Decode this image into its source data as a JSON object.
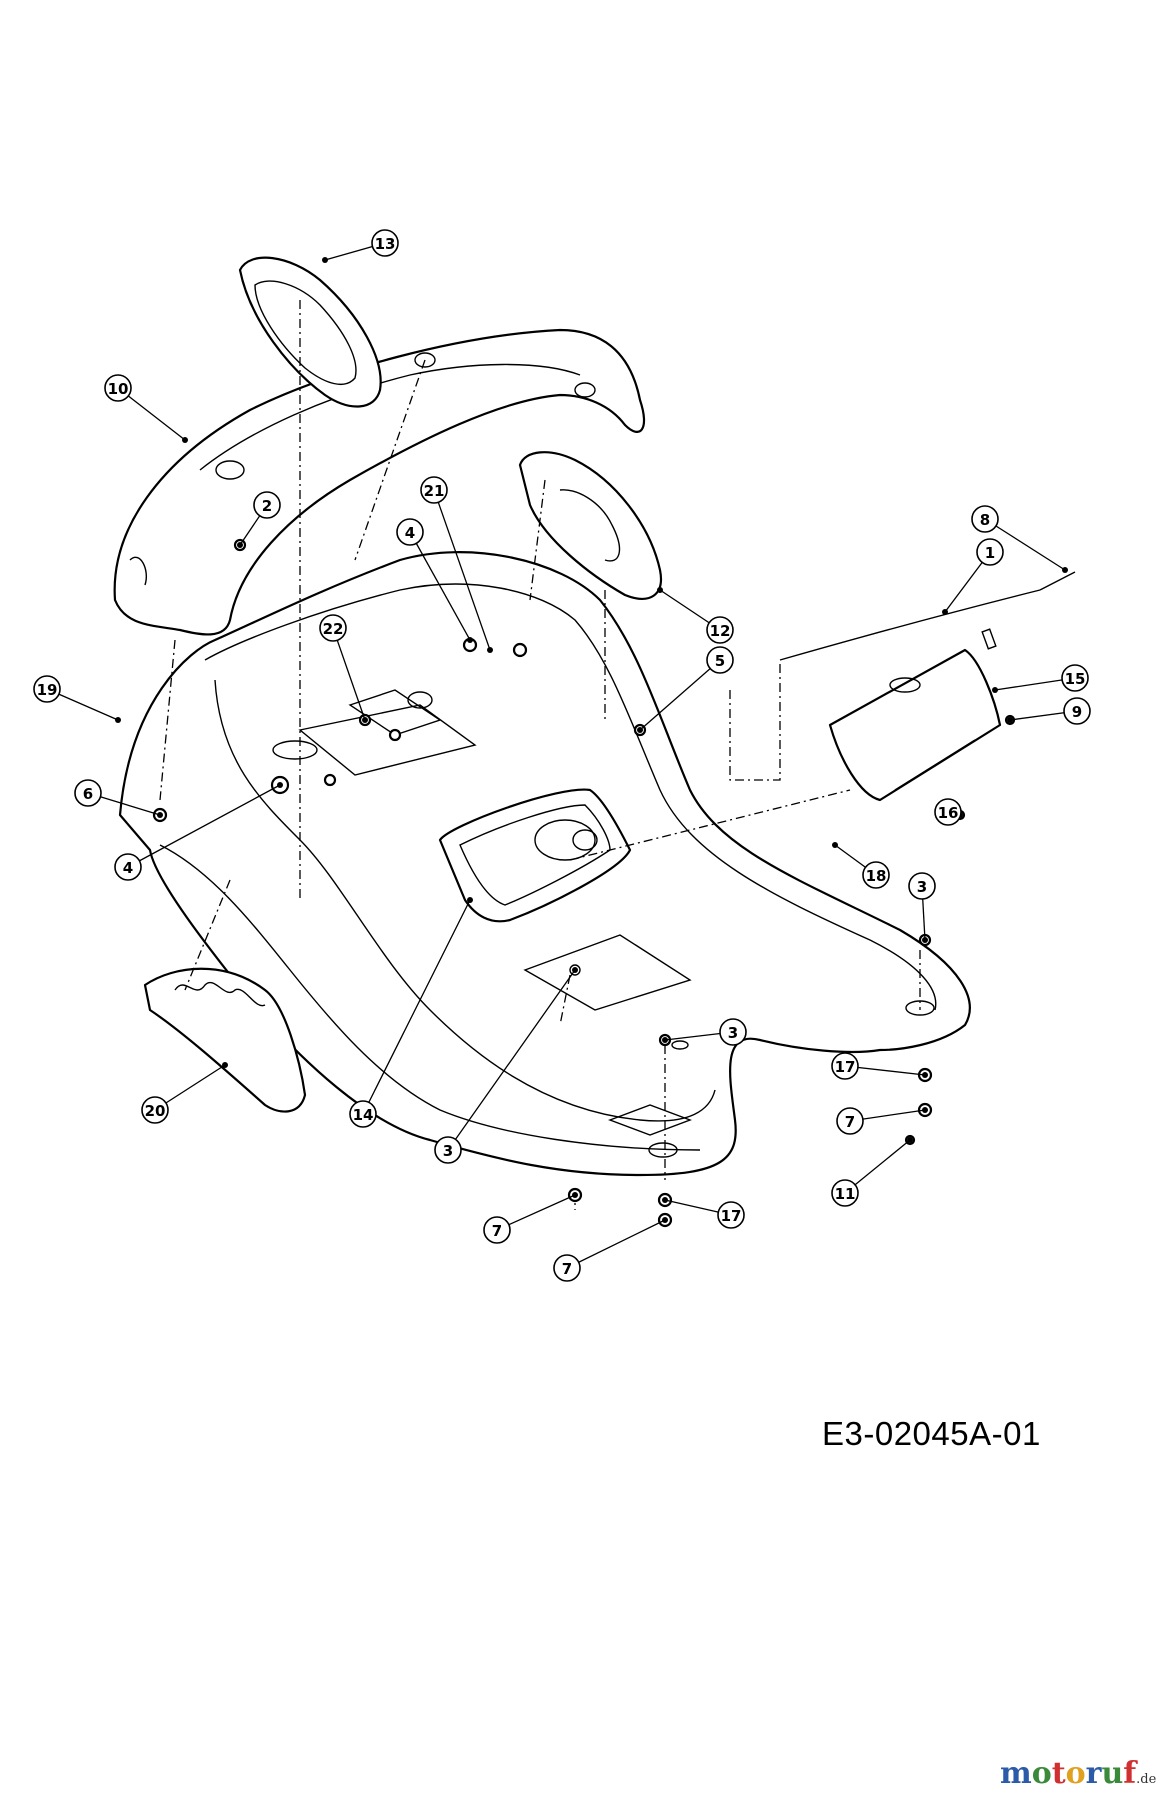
{
  "drawing": {
    "number": "E3-02045A-01"
  },
  "callouts": [
    {
      "label": "13"
    },
    {
      "label": "10"
    },
    {
      "label": "2"
    },
    {
      "label": "21"
    },
    {
      "label": "4"
    },
    {
      "label": "22"
    },
    {
      "label": "12"
    },
    {
      "label": "8"
    },
    {
      "label": "1"
    },
    {
      "label": "5"
    },
    {
      "label": "15"
    },
    {
      "label": "9"
    },
    {
      "label": "19"
    },
    {
      "label": "6"
    },
    {
      "label": "16"
    },
    {
      "label": "18"
    },
    {
      "label": "4"
    },
    {
      "label": "3"
    },
    {
      "label": "3"
    },
    {
      "label": "17"
    },
    {
      "label": "7"
    },
    {
      "label": "11"
    },
    {
      "label": "20"
    },
    {
      "label": "14"
    },
    {
      "label": "3"
    },
    {
      "label": "7"
    },
    {
      "label": "17"
    },
    {
      "label": "7"
    }
  ],
  "watermark": {
    "text": "motoruf",
    "tld": ".de",
    "colors": [
      "#2a5aa8",
      "#3a8a3a",
      "#d03030",
      "#e0a020",
      "#2a5aa8",
      "#3a8a3a",
      "#d03030"
    ]
  }
}
